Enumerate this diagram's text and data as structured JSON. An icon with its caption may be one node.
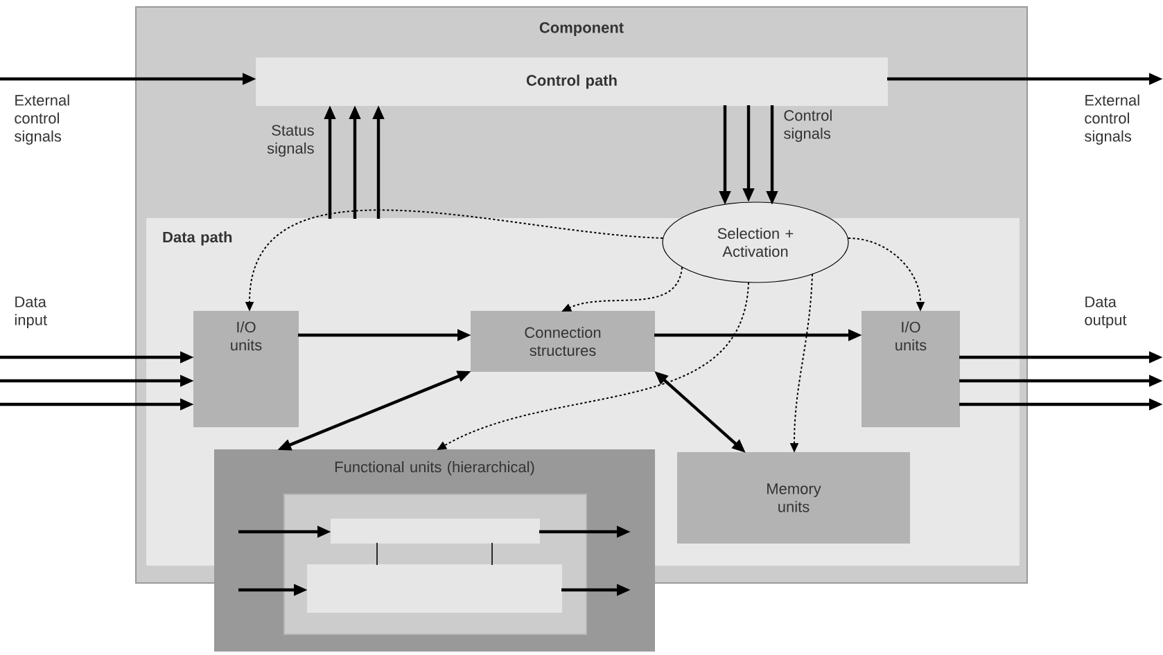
{
  "diagram": {
    "nodes": [
      {
        "text": [
          "Component"
        ]
      },
      {
        "text": [
          "Control path"
        ],
        "in": 0
      },
      {
        "text": [
          "Data path"
        ],
        "in": 0
      },
      {
        "text": [
          "Selection + Activation"
        ],
        "in": 0
      },
      {
        "text": [
          "I/O units"
        ],
        "in": 2
      },
      {
        "text": [
          "Connection structures"
        ],
        "in": 2
      },
      {
        "text": [
          "I/O units"
        ],
        "in": 2
      },
      {
        "text": [
          "Functional units (hierarchical)"
        ]
      },
      {
        "text": [],
        "shape": "box",
        "in": 7
      },
      {
        "text": [],
        "shape": "bar"
      },
      {
        "text": [],
        "shape": "bar",
        "in": 8
      },
      {
        "text": [
          "Memory units"
        ],
        "in": 2
      },
      {
        "text": [
          "External control signals"
        ]
      }
    ],
    "edges": [
      {
        "from": null,
        "to": 1,
        "arrow": "to"
      },
      {
        "from": 1,
        "to": 12,
        "arrow": "to"
      },
      {
        "from": 2,
        "to": 1,
        "arrow": "to"
      },
      {
        "from": 2,
        "to": 1,
        "arrow": "to"
      },
      {
        "from": 2,
        "to": 1,
        "arrow": "to"
      },
      {
        "from": 1,
        "to": 3,
        "arrow": "to"
      },
      {
        "from": 1,
        "to": 3,
        "arrow": "to"
      },
      {
        "from": 1,
        "to": 3,
        "arrow": "to"
      },
      {
        "from": null,
        "to": 4,
        "arrow": "to"
      },
      {
        "from": null,
        "to": 4,
        "arrow": "to"
      },
      {
        "from": null,
        "to": 4,
        "arrow": "to"
      },
      {
        "from": 6,
        "to": null,
        "arrow": "to"
      },
      {
        "from": 6,
        "to": null,
        "arrow": "to"
      },
      {
        "from": 6,
        "to": null,
        "arrow": "to"
      },
      {
        "from": 4,
        "to": 5,
        "arrow": "to"
      },
      {
        "from": 5,
        "to": 6,
        "arrow": "to"
      },
      {
        "from": 7,
        "to": 5,
        "arrow": "both"
      },
      {
        "from": 5,
        "to": 11,
        "arrow": "both"
      },
      {
        "from": 3,
        "to": 4,
        "arrow": "to",
        "style": "dashed"
      },
      {
        "from": 3,
        "to": 5,
        "arrow": "to",
        "style": "dashed"
      },
      {
        "from": 3,
        "to": 7,
        "arrow": "to",
        "style": "dashed"
      },
      {
        "from": 3,
        "to": 11,
        "arrow": "to",
        "style": "dashed"
      },
      {
        "from": 3,
        "to": 6,
        "arrow": "to",
        "style": "dashed"
      },
      {
        "from": 7,
        "to": 9,
        "arrow": "to"
      },
      {
        "from": 9,
        "to": 7,
        "arrow": "to"
      },
      {
        "from": 7,
        "to": 10,
        "arrow": "to"
      },
      {
        "from": 10,
        "to": 7,
        "arrow": "to"
      },
      {
        "from": 9,
        "to": 10,
        "arrow": "none"
      },
      {
        "from": 9,
        "to": 10,
        "arrow": "none"
      }
    ],
    "labels": [
      "External control signals",
      "Status signals",
      "Control signals",
      "Data input",
      "Data output"
    ]
  }
}
